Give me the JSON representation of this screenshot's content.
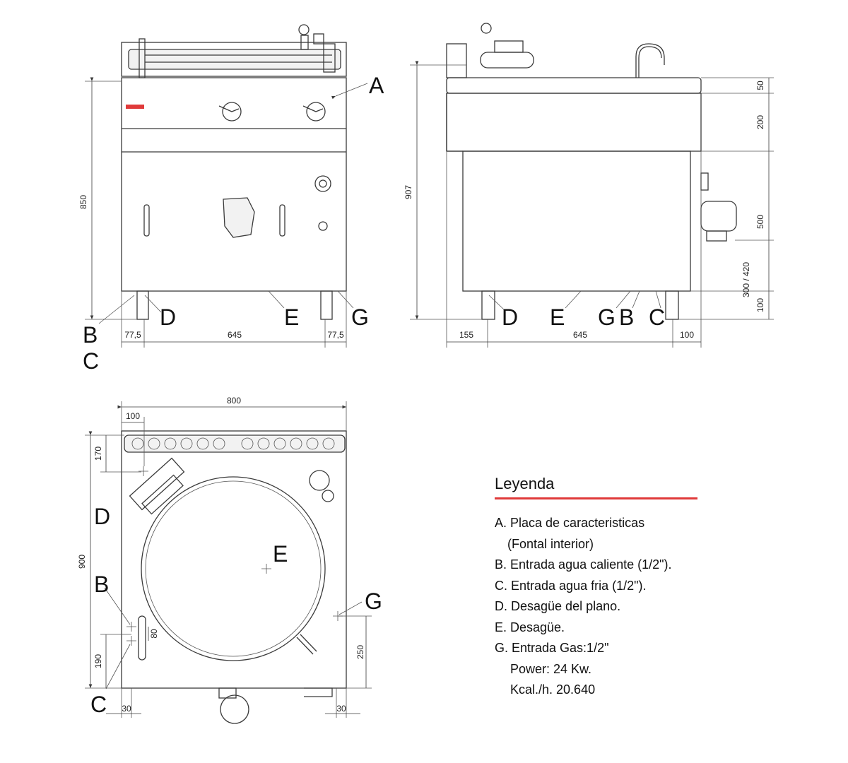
{
  "dimensions": {
    "front_height": "850",
    "front_left": "77,5",
    "front_mid": "645",
    "front_right": "77,5",
    "side_height": "907",
    "side_left": "155",
    "side_mid": "645",
    "side_right": "100",
    "side_v1": "50",
    "side_v2": "200",
    "side_v3": "500",
    "side_v4": "300 / 420",
    "side_v5": "100",
    "top_width": "800",
    "top_left_offset": "100",
    "top_back_depth": "170",
    "top_depth": "900",
    "top_b_offset": "80",
    "top_c_offset": "190",
    "top_g_offset": "250",
    "top_left_bottom": "30",
    "top_right_bottom": "30"
  },
  "labels": {
    "a": "A",
    "b": "B",
    "c": "C",
    "d": "D",
    "e": "E",
    "g": "G"
  },
  "legend": {
    "title": "Leyenda",
    "items": [
      "A. Placa de caracteristicas",
      "(Fontal interior)",
      "B. Entrada agua caliente (1/2\").",
      "C. Entrada agua fria (1/2\").",
      "D. Desagüe del plano.",
      "E. Desagüe.",
      "G. Entrada Gas:1/2\"",
      "Power: 24 Kw.",
      "Kcal./h. 20.640"
    ]
  },
  "colors": {
    "accent_red": "#e03a3a",
    "line": "#3a3a3a"
  }
}
